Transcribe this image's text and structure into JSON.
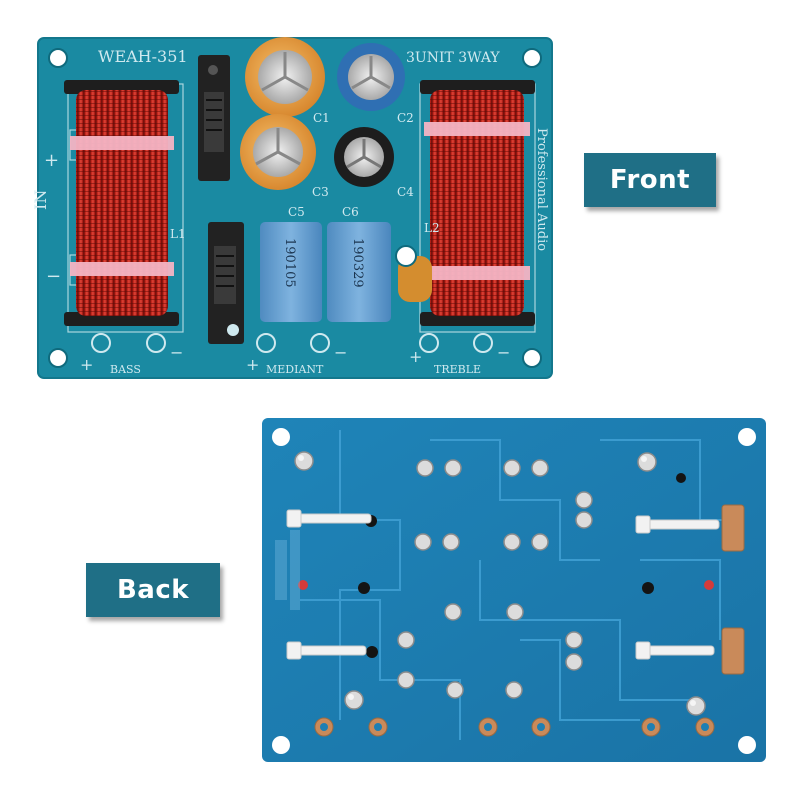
{
  "labels": {
    "front": "Front",
    "back": "Back"
  },
  "front_board": {
    "model": "WEAH-351",
    "type": "3UNIT 3WAY",
    "brand_vertical": "Professional Audio",
    "input_label": "IN",
    "plus": "+",
    "minus": "−",
    "outputs": [
      "BASS",
      "MEDIANT",
      "TREBLE"
    ],
    "caps": [
      "C1",
      "C2",
      "C3",
      "C4",
      "C5",
      "C6"
    ],
    "inductor_labels": [
      "L1",
      "L2"
    ],
    "film_cap_left": "190105",
    "film_cap_right": "190329"
  },
  "colors": {
    "pcb": "#1b8fa6",
    "pcb_back": "#1e7fb3",
    "coil": "#b81e17",
    "tag": "#1f6f86",
    "film_cap": "#5b97c9",
    "elec_cap_orange": "#e39a3c",
    "elec_cap_blue": "#2f6fb3",
    "elec_cap_black": "#1d1d1d"
  }
}
